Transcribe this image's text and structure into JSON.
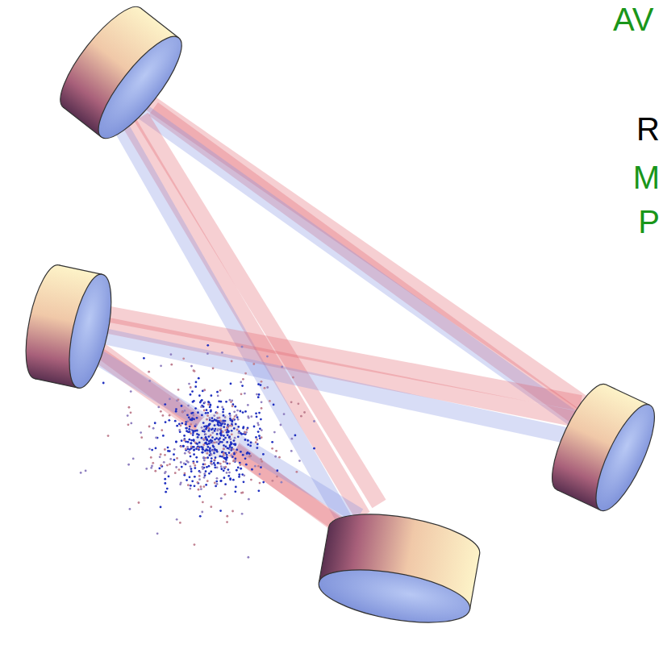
{
  "diagram": {
    "labels": [
      "AV",
      "R",
      "M",
      "P"
    ]
  }
}
